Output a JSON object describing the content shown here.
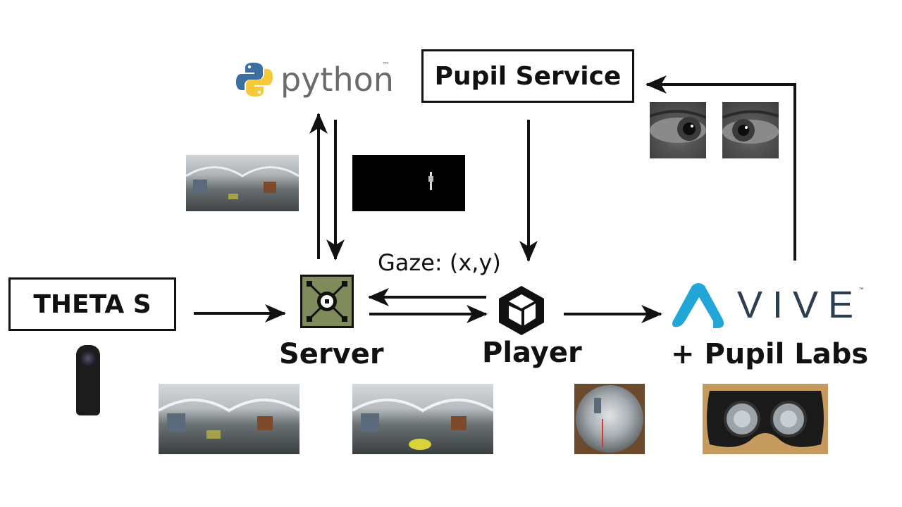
{
  "nodes": {
    "python_text": "python",
    "python_tm": "™",
    "pupil_service": "Pupil Service",
    "theta_s": "THETA S",
    "server": "Server",
    "player": "Player",
    "vive_text": "VIVE",
    "vive_tm": "™",
    "pupil_labs": "+ Pupil Labs"
  },
  "edges": {
    "gaze_label": "Gaze: (x,y)"
  },
  "colors": {
    "python_blue": "#3a6fa0",
    "python_yellow": "#f5c93a",
    "python_text": "#6b6b6b",
    "vive_cyan": "#22a6d8",
    "vive_text": "#2c3e50",
    "server_icon_bg": "#7f8b5a",
    "arrow": "#111111"
  },
  "icons": {
    "python": "python-logo-icon",
    "server": "server-hub-icon",
    "player": "unity-logo-icon",
    "vive": "vive-logo-icon",
    "camera": "theta-camera-icon"
  }
}
